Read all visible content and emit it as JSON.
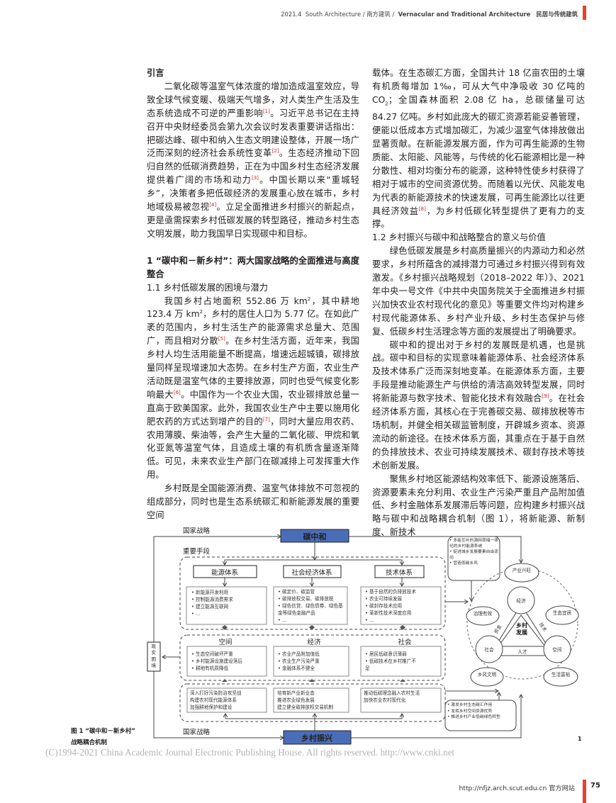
{
  "header": {
    "year_issue": "2021.4",
    "journal_en": "South Architecture",
    "journal_cn": "南方建筑",
    "section_en": "Vernacular and Traditional Architecture",
    "section_cn": "民居与传统建筑"
  },
  "left": {
    "intro_heading": "引言",
    "intro_p": [
      "二氧化碳等温室气体浓度的增加造成温室效应，导致全球气候变暖、极端天气增多，对人类生产生活及生态系统造成不可逆的严重影响",
      "[1]",
      "。习近平总书记在主持召开中央财经委员会第九次会议时发表重要讲话指出：把碳达峰、碳中和纳入生态文明建设整体，开展一场广泛而深刻的经济社会系统性变革",
      "[2]",
      "。生态经济推动下回归自然的低碳消费趋势，正在为中国乡村生态经济发展提供着广阔的市场和动力",
      "[3]",
      "。中国长期以来“重城轻乡”，决策者多把低碳经济的发展重心放在城市，乡村地域极易被忽视",
      "[4]",
      "。立足全面推进乡村振兴的新起点，更是亟需探索乡村低碳发展的转型路径，推动乡村生态文明发展，助力我国早日实现碳中和目标。"
    ],
    "section1_heading": "1 “碳中和－新乡村”：两大国家战略的全面推进与高度整合",
    "section1_1_heading": "1.1 乡村低碳发展的困境与潜力",
    "p1_1a": [
      "我国乡村占地面积 552.86 万 km",
      "2",
      "，其中耕地 123.4 万 km",
      "2",
      "，乡村的居住人口为 5.77 亿。在如此广袤的范围内，乡村生活生产的能源需求总量大、范围广，而且相对分散",
      "[5]",
      "。在乡村生活方面，近年来，我国乡村人均生活用能量不断提高，增速远超城镇，碳排放量同样呈现增速加大态势。在乡村生产方面，农业生产活动既是温室气体的主要排放源，同时也受气候变化影响最大",
      "[6]",
      "。中国作为一个农业大国，农业碳排放总量一直高于欧美国家。此外，我国农业生产中主要以施用化肥农药的方式达到增产的目的",
      "[7]",
      "，同时大量应用农药、农用薄膜、柴油等，会产生大量的二氧化碳、甲烷和氧化亚氮等温室气体，且造成土壤的有机质含量逐渐降低。可见，未来农业生产部门在碳减排上可发挥重大作用。"
    ],
    "p1_1b": "乡村既是全国能源消费、温室气体排放不可忽视的组成部分，同时也是生态系统碳汇和新能源发展的重要空间"
  },
  "right": {
    "p_cont": [
      "载体。在生态碳汇方面，全国共计 18 亿亩农田的土壤有机质每增加 1‰，可从大气中净吸收 30 亿吨的 CO",
      "2",
      "；全国森林面积 2.08 亿 ha，总碳储量可达 84.27 亿吨。乡村如此庞大的碳汇资源若能妥善管理，便能以低成本方式增加碳汇，为减少温室气体排放做出显著贡献。在新能源发展方面，作为可再生能源的生物质能、太阳能、风能等，与传统的化石能源相比是一种分散性、相对均衡分布的能源，这种特性使乡村获得了相对于城市的空间资源优势。而随着以光伏、风能发电为代表的新能源技术的快速发展，可再生能源比以往更具经济效益",
      "[8]",
      "，为乡村低碳化转型提供了更有力的支撑。"
    ],
    "section1_2_heading": "1.2 乡村振兴与碳中和战略整合的意义与价值",
    "p1_2a": "绿色低碳发展是乡村高质量振兴的内源动力和必然要求，乡村所蕴含的减排潜力可通过乡村振兴得到有效激发。《乡村振兴战略规划（2018–2022 年）》、2021 年中央一号文件《中共中央国务院关于全面推进乡村振兴加快农业农村现代化的意见》等重要文件均对构建乡村现代能源体系、乡村产业升级、乡村生态保护与修复、低碳乡村生活理念等方面的发展提出了明确要求。",
    "p1_2b": [
      "碳中和的提出对于乡村的发展既是机遇，也是挑战。碳中和目标的实现意味着能源体系、社会经济体系及技术体系广泛而深刻地变革。在能源体系方面，主要手段是推动能源生产与供给的清洁高效转型发展，同时将新能源与数字技术、智能化技术有效融合",
      "[9]",
      "。在社会经济体系方面，其核心在于完善碳交易、碳排放税等市场机制，并健全相关碳监管制度，开辟城乡资本、资源流动的新途径。在技术体系方面，其重点在于基于自然的负排放技术、农业可持续发展技术、碳封存技术等技术创新发展。"
    ],
    "p1_2c": "聚焦乡村地区能源结构效率低下、能源设施落后、资源要素未充分利用、农业生产污染严重且产品附加值低、乡村金融体系发展滞后等问题，应构建乡村振兴战略与碳中和战略耦合机制（图 1），将新能源、新制度、新技术"
  },
  "figure": {
    "national_strategy_top": "国家战略",
    "carbon_neutral": "碳中和",
    "key_means": "重要手段",
    "systems": [
      {
        "title": "能源体系",
        "items": [
          "新能源开发利用",
          "控制能源消费需求",
          "建立能源互联网",
          "..."
        ]
      },
      {
        "title": "社会经济体系",
        "items": [
          "碳定价、碳监管",
          "碳排放权交易、碳排放税",
          "绿色信贷、绿色债券、绿色基金等绿色金融产品",
          "..."
        ]
      },
      {
        "title": "技术体系",
        "items": [
          "基于自然的负排放技术",
          "农业可持续发展",
          "碳封存技术应用",
          "革新性技术深度应用",
          "..."
        ]
      }
    ],
    "dilemmas": [
      {
        "title": "空间",
        "items": [
          "生态空间破坏严重",
          "乡村能源设施建设落后",
          "耕地有机质降低"
        ]
      },
      {
        "title": "经济",
        "items": [
          "农业产品附加值低",
          "农业生产污染严重",
          "金融体系不健全"
        ]
      },
      {
        "title": "社会",
        "items": [
          "居民低碳意识薄弱",
          "低碳技术在乡村推广不足"
        ]
      }
    ],
    "reality_dilemma": "现实困境",
    "measures": [
      [
        "深入打好污染防治攻坚战",
        "构建农村现代能源体系",
        "加强耕地保护和建设"
      ],
      [
        "培育新产业新业态",
        "推进农业绿色发展",
        "建立健全碳排放权交易机制"
      ],
      [
        "推动低碳理念融入农村生活",
        "加快农业农村现代化"
      ]
    ],
    "national_strategy_bottom": "国家战略",
    "rural_revitalization": "乡村振兴",
    "top_right_box": [
      "多能互补的源网荷储一体化的乡村能源系统",
      "促进城乡发展要素自由流动",
      "营造低碳乡风"
    ],
    "bottom_right_box": [
      "激发乡村生态碳汇作用",
      "发挥乡村空间资源优势",
      "推进乡村产业低碳绿色转型"
    ],
    "goals": [
      "产业兴旺",
      "生态宜居",
      "生活富裕",
      "乡风文明",
      "治理有效"
    ],
    "nodes": [
      "经济",
      "社会",
      "空间"
    ],
    "edges": [
      "资金",
      "技术",
      "人才"
    ],
    "center": "乡村发展",
    "figure_mark": "1",
    "caption_line1": "图 1 “碳中和－新乡村”",
    "caption_line2": "战略耦合机制",
    "colors": {
      "strategy_box": "#4a6db8",
      "accent_red": "#e8412c"
    }
  },
  "copyright": "(C)1994-2021 China Academic Journal Electronic Publishing House. All rights reserved.    http://www.cnki.net",
  "footer": {
    "url": "http://nfjz.arch.scut.edu.cn",
    "site_label": "官方网站",
    "page_number": "75"
  }
}
